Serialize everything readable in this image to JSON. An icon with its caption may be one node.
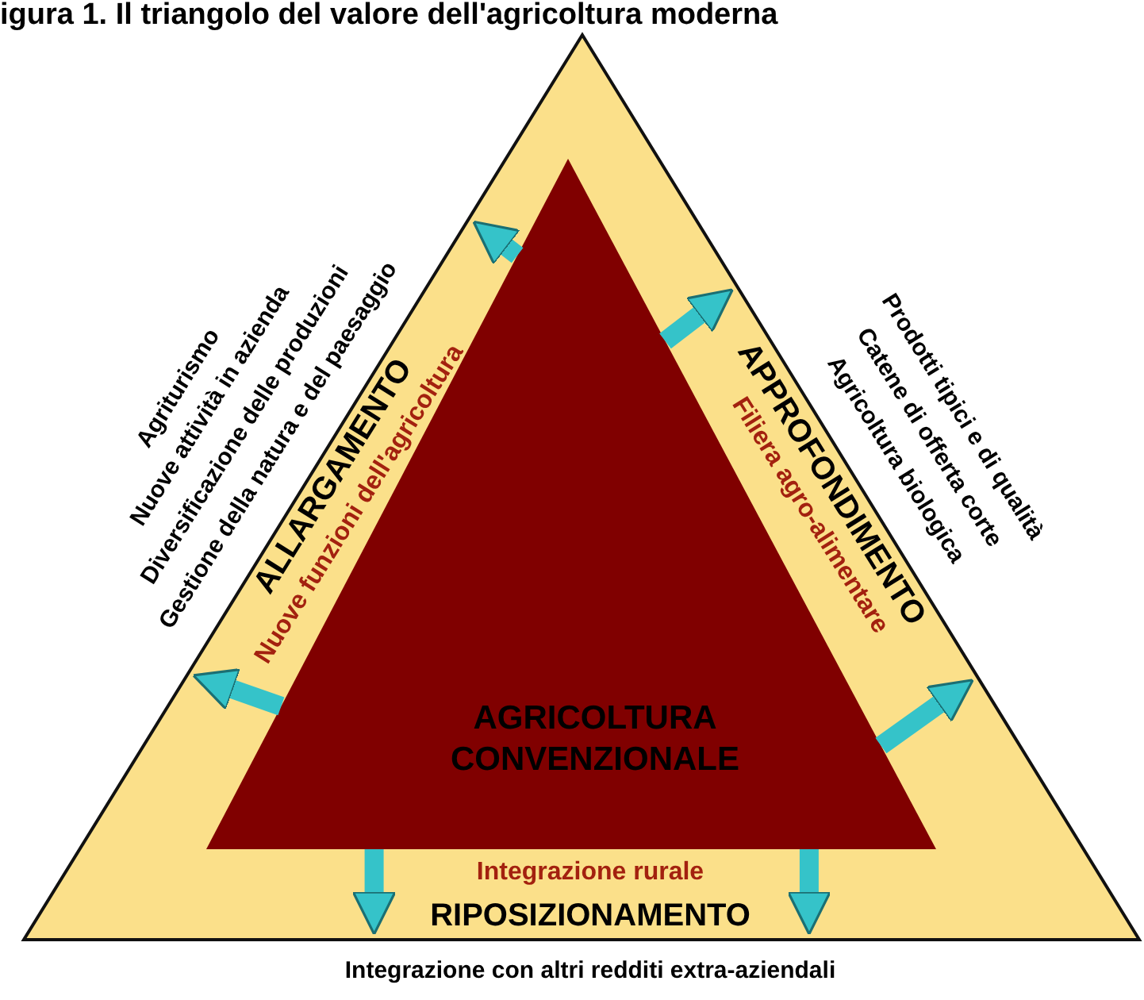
{
  "diagram": {
    "title": "igura 1. Il triangolo del valore dell'agricoltura moderna",
    "nodes": [
      {
        "text": [
          "ALLARGAMENTO",
          "Nuove funzioni dell'agricoltura",
          "APPROFONDIMENTO",
          "Filiera agro-alimentare",
          "Integrazione rurale",
          "RIPOSIZIONAMENTO"
        ]
      },
      {
        "text": [
          "AGRICOLTURA CONVENZIONALE"
        ],
        "in": 0
      }
    ],
    "edges": [
      {
        "from": 1,
        "to": 0,
        "arrow": "to"
      },
      {
        "from": 1,
        "to": 0,
        "arrow": "to"
      },
      {
        "from": 1,
        "to": 0,
        "arrow": "to"
      },
      {
        "from": 1,
        "to": 0,
        "arrow": "to"
      },
      {
        "from": 1,
        "to": 0,
        "arrow": "to"
      },
      {
        "from": 1,
        "to": 0,
        "arrow": "to"
      }
    ],
    "labels": [
      "Agriturismo",
      "Nuove attività in azienda",
      "Diversificazione delle produzioni",
      "Gestione della natura e del paesaggio",
      "Prodotti tipici e di qualità",
      "Catene di offerta corte",
      "Agricoltura biologica",
      "Integrazione con altri redditi extra-aziendali"
    ]
  }
}
